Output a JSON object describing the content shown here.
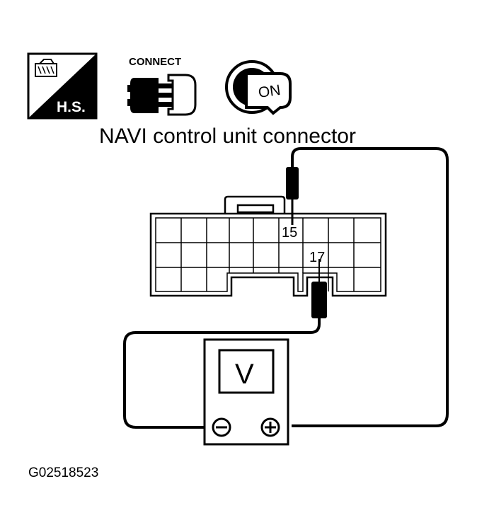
{
  "icons": {
    "hand_switch": {
      "name": "hand-switch-icon",
      "label": "H.S."
    },
    "connect": {
      "name": "connect-plug-icon",
      "label": "CONNECT"
    },
    "ignition": {
      "name": "ignition-key-on-icon",
      "label": "ON"
    }
  },
  "diagram": {
    "title": "NAVI control unit connector",
    "pins": {
      "upper": "15",
      "lower": "17"
    },
    "meter": {
      "display": "V",
      "negative_icon": "minus-terminal-icon",
      "positive_icon": "plus-terminal-icon"
    },
    "figure_code": "G02518523"
  }
}
